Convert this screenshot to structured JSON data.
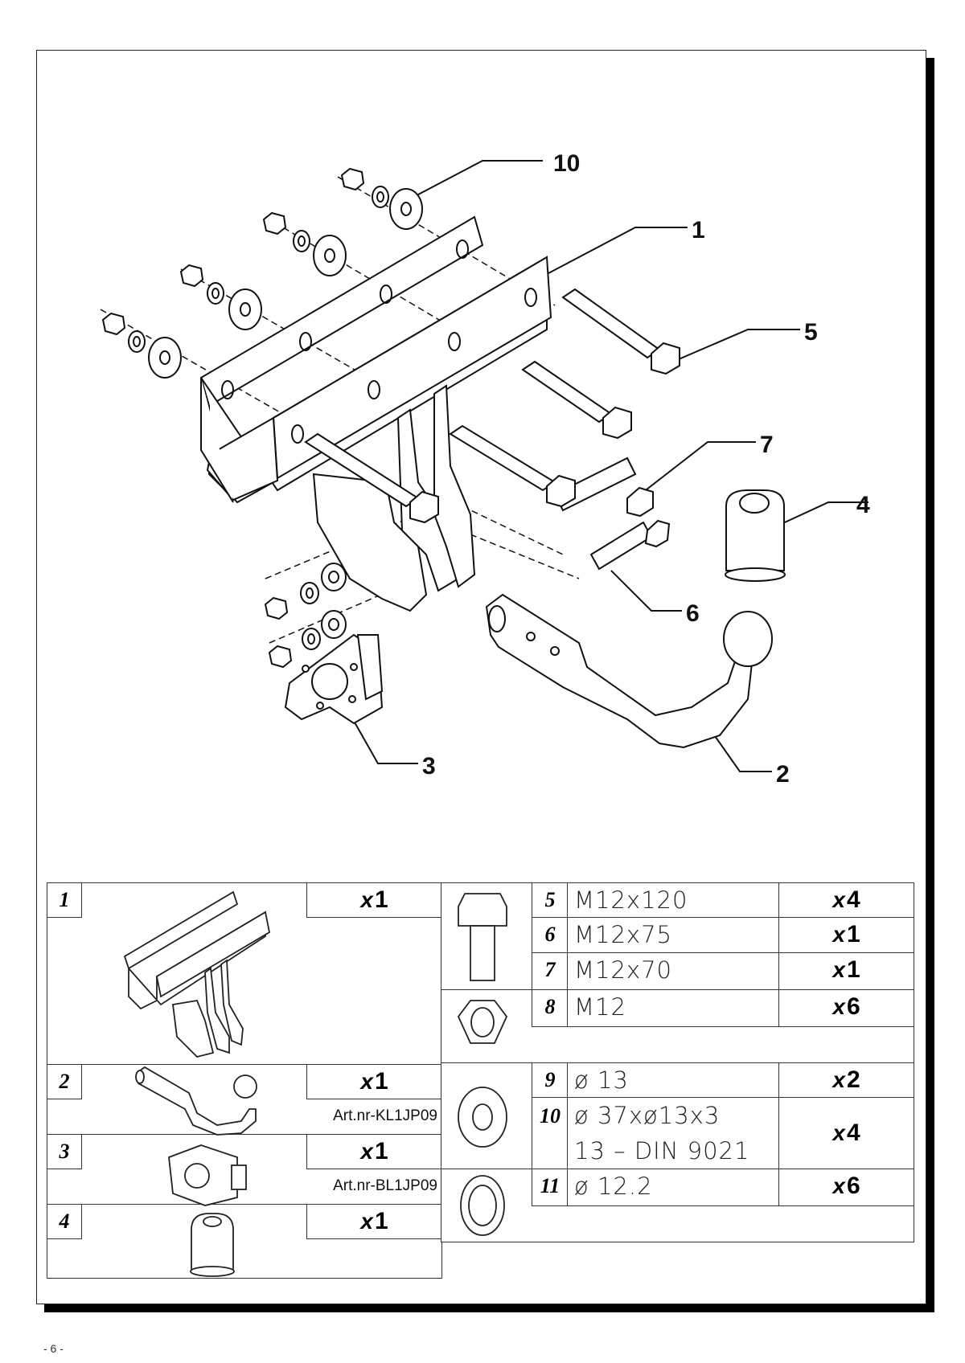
{
  "callouts": [
    "10",
    "1",
    "5",
    "7",
    "4",
    "6",
    "3",
    "2"
  ],
  "page_number": "- 6 -",
  "left_parts": [
    {
      "num": "1",
      "qty": "1"
    },
    {
      "num": "2",
      "qty": "1",
      "art": "Art.nr-KL1JP09"
    },
    {
      "num": "3",
      "qty": "1",
      "art": "Art.nr-BL1JP09"
    },
    {
      "num": "4",
      "qty": "1"
    }
  ],
  "right_parts": [
    {
      "num": "5",
      "spec": "M12x120",
      "qty": "4"
    },
    {
      "num": "6",
      "spec": "M12x75",
      "qty": "1"
    },
    {
      "num": "7",
      "spec": "M12x70",
      "qty": "1"
    },
    {
      "num": "8",
      "spec": "M12",
      "qty": "6"
    },
    {
      "num": "9",
      "spec": "ø 13",
      "qty": "2"
    },
    {
      "num": "10",
      "spec": "ø 37xø13x3",
      "spec2": "13 – DIN 9021",
      "qty": "4"
    },
    {
      "num": "11",
      "spec": "ø 12.2",
      "qty": "6"
    }
  ],
  "qty_prefix": "x"
}
